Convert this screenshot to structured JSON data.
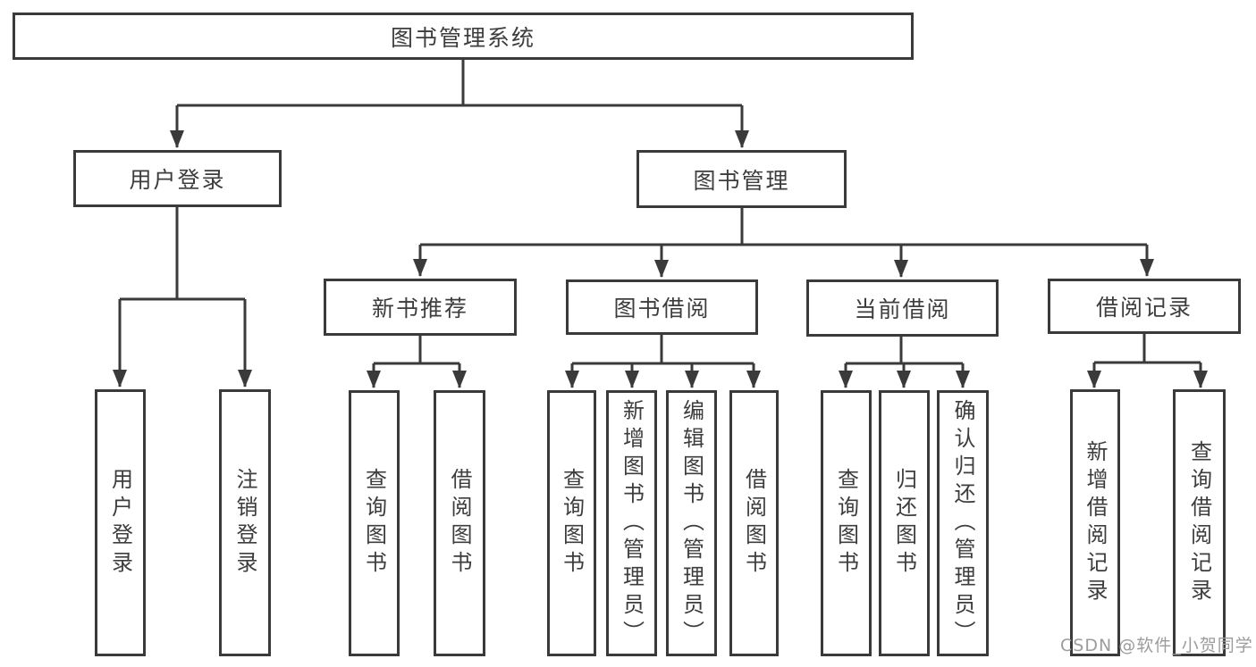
{
  "colors": {
    "background": "#ffffff",
    "line": "#3a3a3a",
    "box_border": "#3a3a3a",
    "text": "#3d3d3d",
    "watermark": "#9c9c9c"
  },
  "watermark": "CSDN @软件_小贺同学",
  "tree": {
    "label": "图书管理系统",
    "children": [
      {
        "label": "用户登录",
        "children": [
          {
            "label": "用户登录"
          },
          {
            "label": "注销登录"
          }
        ]
      },
      {
        "label": "图书管理",
        "children": [
          {
            "label": "新书推荐",
            "children": [
              {
                "label": "查询图书"
              },
              {
                "label": "借阅图书"
              }
            ]
          },
          {
            "label": "图书借阅",
            "children": [
              {
                "label": "查询图书"
              },
              {
                "label": "新增图书（管理员）"
              },
              {
                "label": "编辑图书（管理员）"
              },
              {
                "label": "借阅图书"
              }
            ]
          },
          {
            "label": "当前借阅",
            "children": [
              {
                "label": "查询图书"
              },
              {
                "label": "归还图书"
              },
              {
                "label": "确认归还（管理员）"
              }
            ]
          },
          {
            "label": "借阅记录",
            "children": [
              {
                "label": "新增借阅记录"
              },
              {
                "label": "查询借阅记录"
              }
            ]
          }
        ]
      }
    ]
  }
}
